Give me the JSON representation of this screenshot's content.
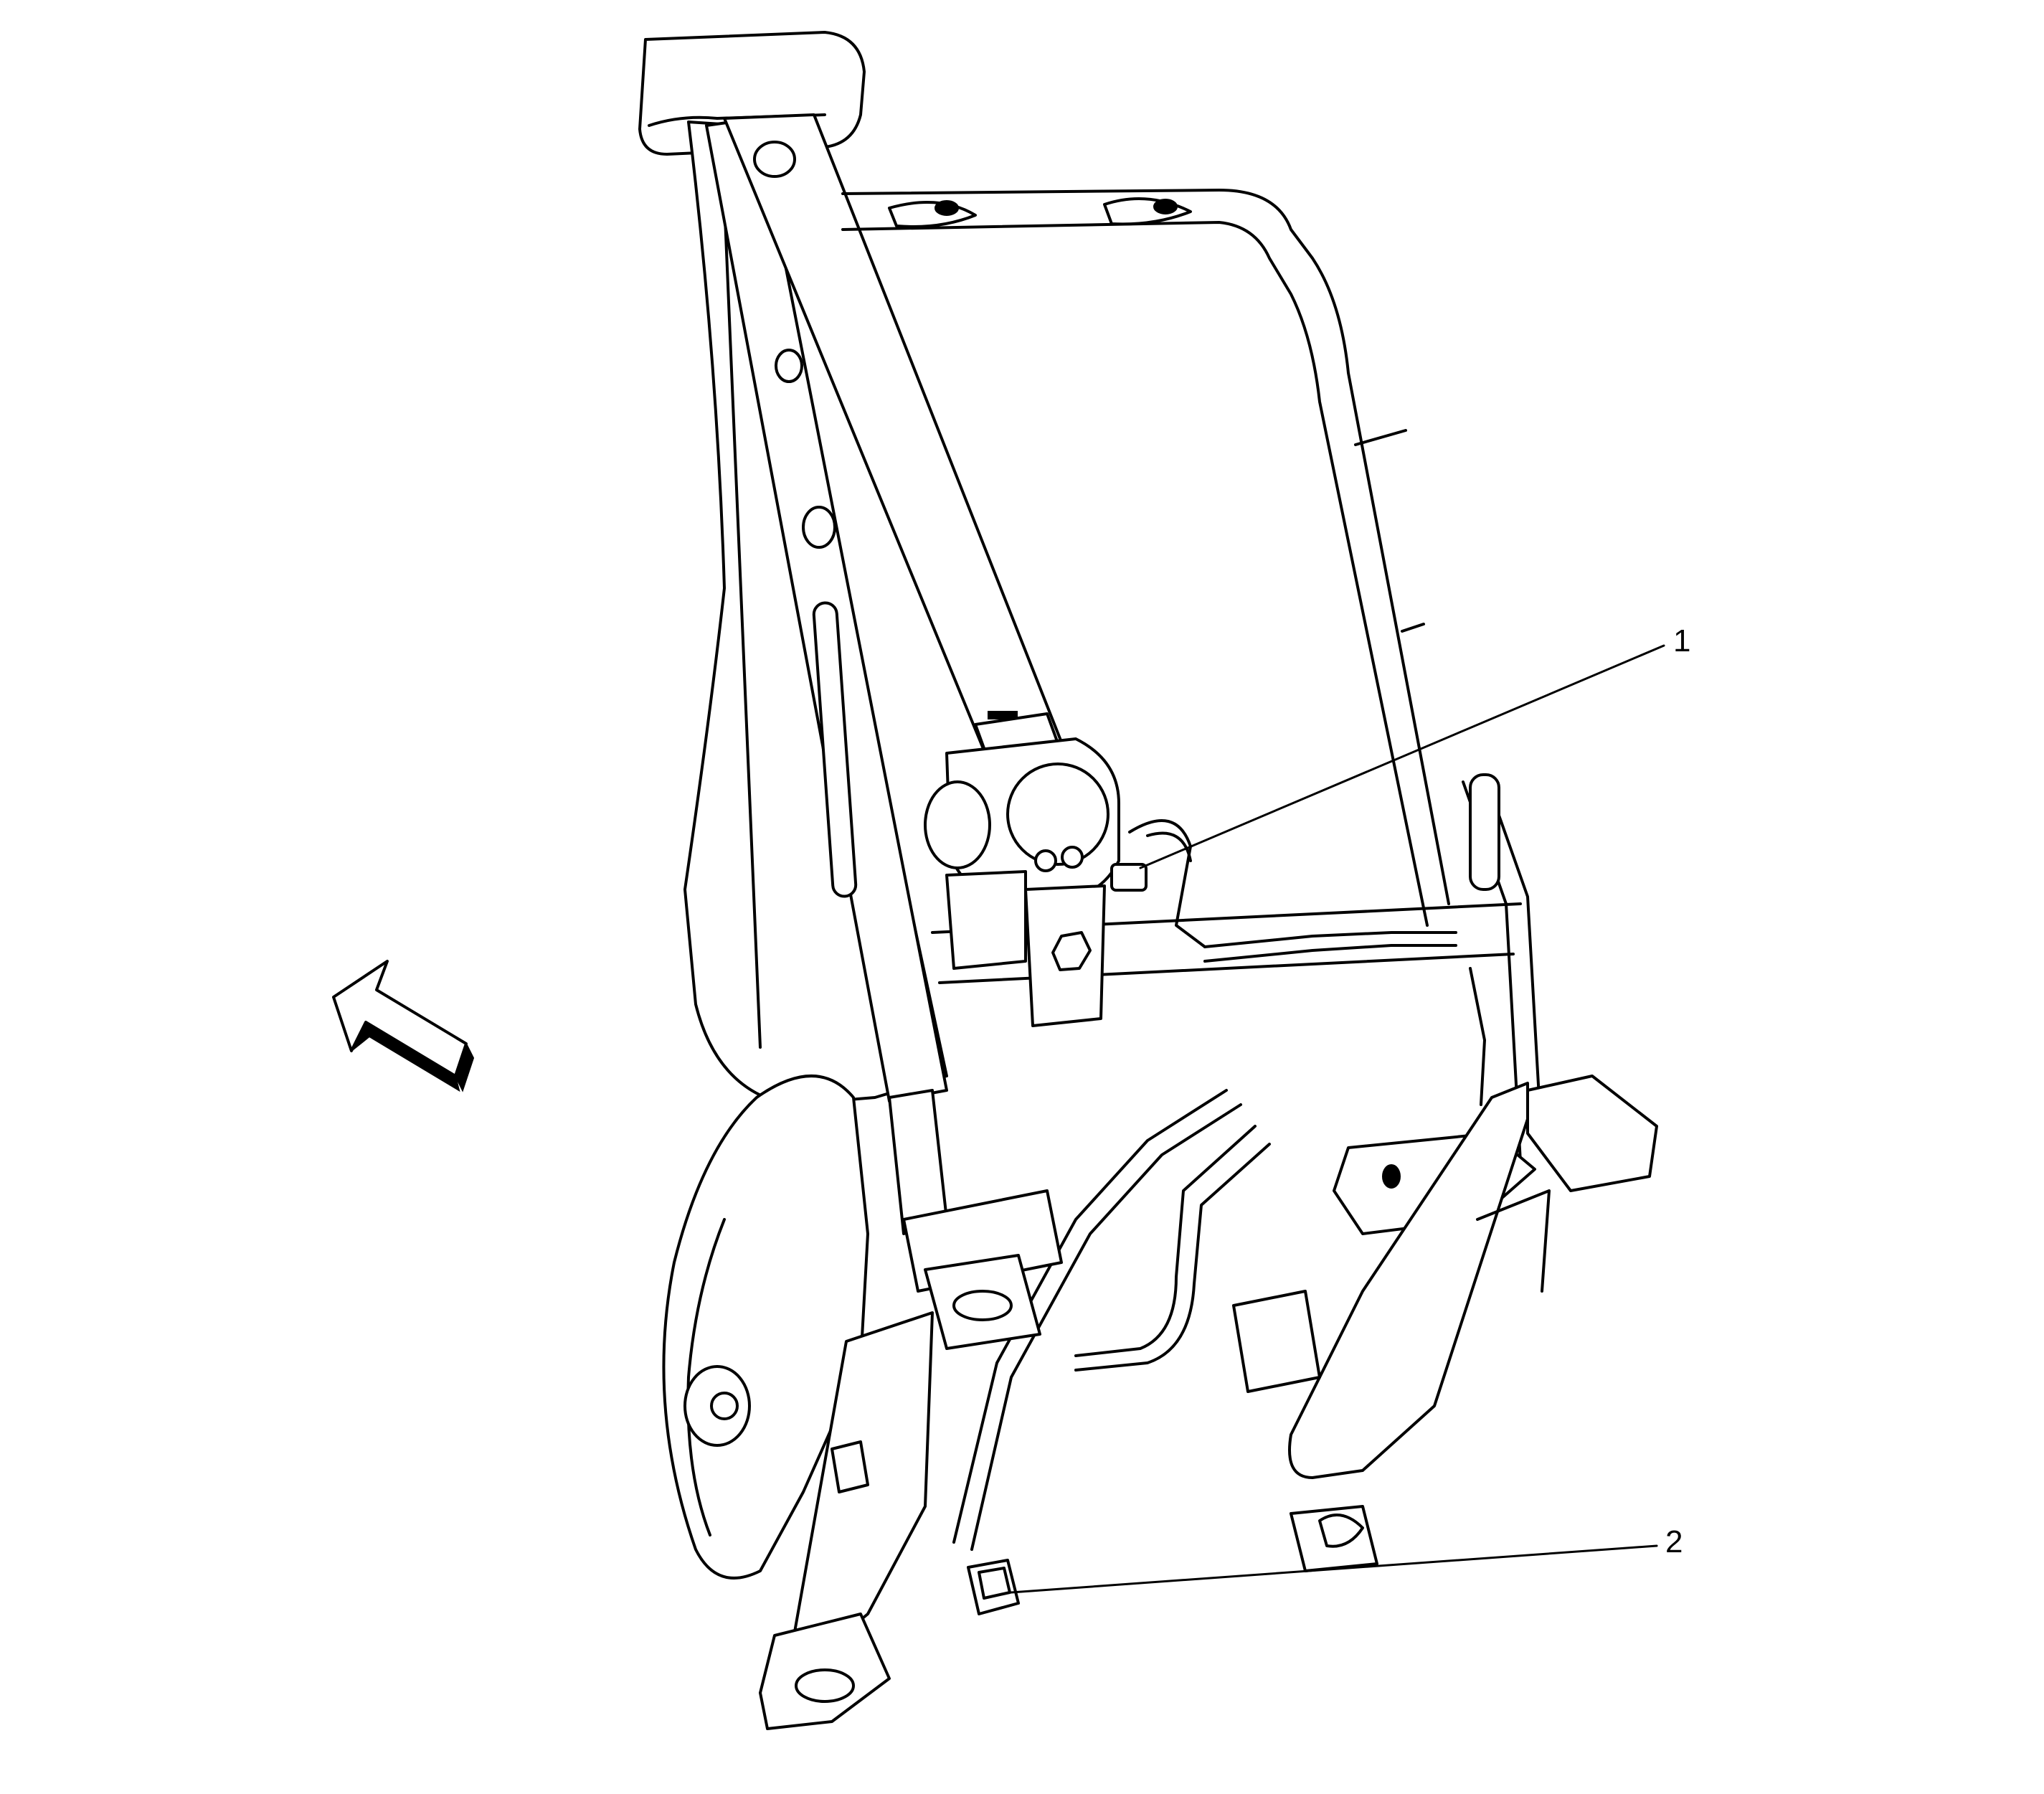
{
  "callouts": [
    {
      "id": "1",
      "label": "1",
      "target": "seat-belt-retractor-connector"
    },
    {
      "id": "2",
      "label": "2",
      "target": "seat-harness-connector"
    }
  ],
  "icons": {
    "direction_arrow": "front-direction-arrow-icon"
  },
  "colors": {
    "line": "#000000",
    "background": "#ffffff"
  }
}
